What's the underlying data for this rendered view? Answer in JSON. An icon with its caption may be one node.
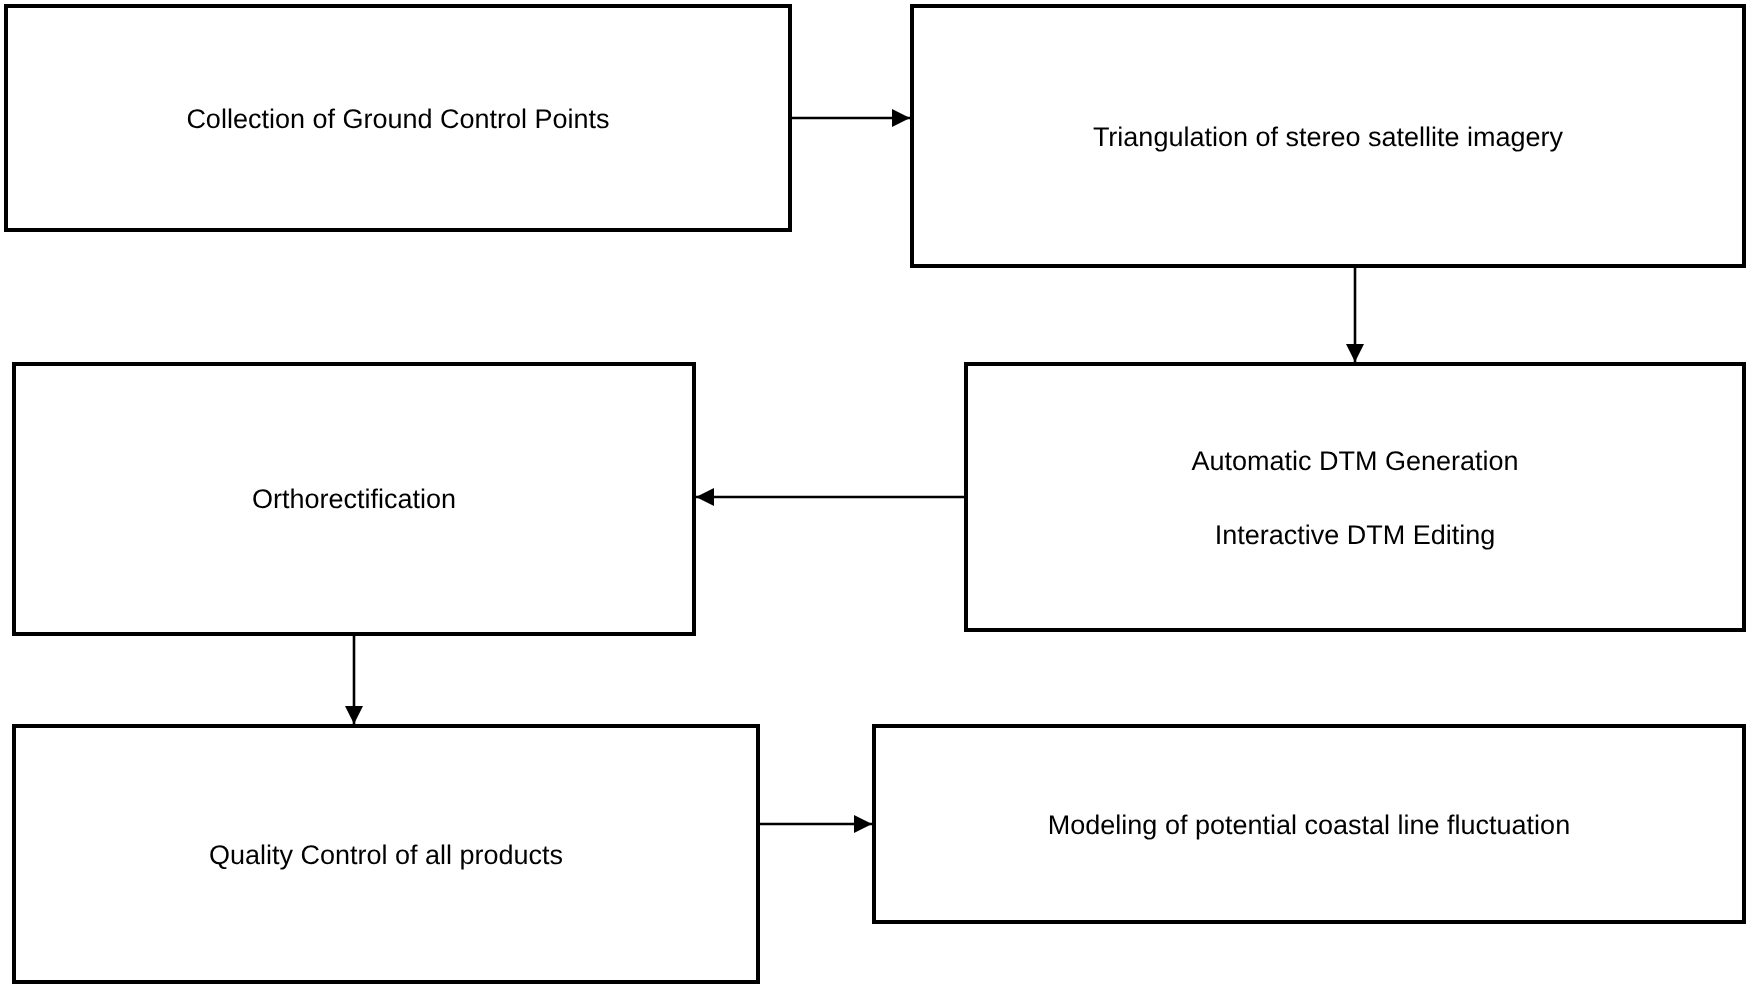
{
  "diagram": {
    "nodes": [
      {
        "text": [
          "Collection of Ground Control Points"
        ]
      },
      {
        "text": [
          "Triangulation of stereo satellite imagery"
        ]
      },
      {
        "text": [
          "Orthorectification"
        ]
      },
      {
        "text": [
          "Automatic DTM Generation",
          "Interactive DTM Editing"
        ]
      },
      {
        "text": [
          "Quality Control of all products"
        ]
      },
      {
        "text": [
          "Modeling of potential coastal line fluctuation"
        ]
      }
    ],
    "edges": [
      {
        "from": 0,
        "to": 1,
        "arrow": "to"
      },
      {
        "from": 1,
        "to": 3,
        "arrow": "to"
      },
      {
        "from": 3,
        "to": 2,
        "arrow": "to"
      },
      {
        "from": 2,
        "to": 4,
        "arrow": "to"
      },
      {
        "from": 4,
        "to": 5,
        "arrow": "to"
      }
    ]
  }
}
